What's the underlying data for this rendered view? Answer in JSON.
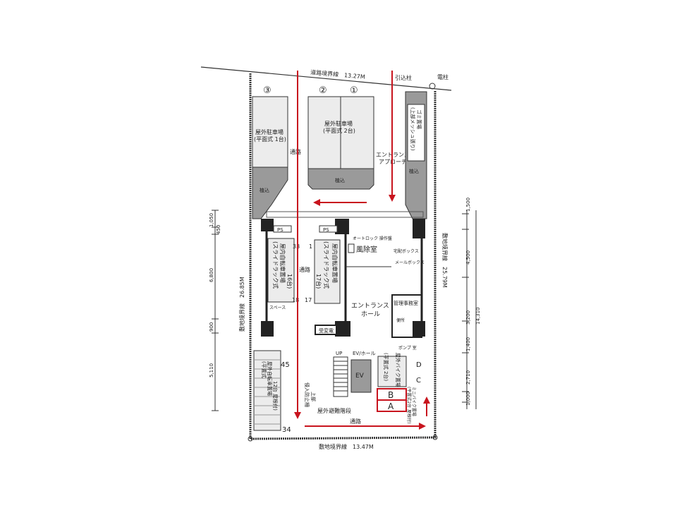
{
  "plan": {
    "road_boundary": "道路境界線　13.27M",
    "left_boundary": "敷地境界線　26.85M",
    "right_boundary": "敷地境界線　25.79M",
    "bottom_boundary": "敷地境界線　13.47M",
    "utility_pole": "電柱",
    "service_pole": "引込柱",
    "parking_numbers": [
      "③",
      "②",
      "①"
    ],
    "parking_left": [
      "屋外駐車場",
      "(平面式 1台)"
    ],
    "parking_center": [
      "屋外駐車場",
      "(平面式 2台)"
    ],
    "garbage": [
      "ゴミ置場",
      "(上部メッシュ張り)"
    ],
    "planting": "植込",
    "passage": "通路",
    "entrance_approach": [
      "エントランス",
      "アプローチ"
    ],
    "ps": "PS",
    "bike_left": [
      "屋内自転車置場",
      "(スライドラック式",
      "16台)"
    ],
    "bike_center": [
      "屋内自転車置場",
      "(スライドラック式",
      "17台)"
    ],
    "windbreak": "風除室",
    "autolock": "オートロック 操作盤",
    "mailbox": "メールボックス",
    "delivery_box": "宅配ボックス",
    "entrance_hall": [
      "エントランス",
      "ホール"
    ],
    "manager_room": "管理事務室",
    "toilet": "便所",
    "substation": "受変電",
    "ev_hall": "EV/ホール",
    "up": "UP",
    "ev": "EV",
    "pump_room": "ポンプ 室",
    "outdoor_stairs": "屋外避難階段",
    "intrusion_fence": [
      "侵入防止柵",
      "上部"
    ],
    "outdoor_bike": [
      "屋外自転車置場",
      "(平置式",
      "12台 屋根付)"
    ],
    "bike_shelter": [
      "屋外バイク置場",
      "(平置式 2台)"
    ],
    "motorbike": [
      "ミニバイク置場",
      "(平置式2台 屋根付)"
    ],
    "space_label": "スペース",
    "handwritten": {
      "n33": "33",
      "n1": "1",
      "n18": "18",
      "n17": "17",
      "n45": "45",
      "n34": "34",
      "D": "D",
      "C": "C",
      "B": "B",
      "A": "A"
    },
    "dims_left": [
      "1,050",
      "450",
      "6,800",
      "900",
      "5,110"
    ],
    "dims_right": [
      "1,500",
      "4,500",
      "3,200",
      "1,400",
      "2,710",
      "1,000",
      "14,310"
    ],
    "annotation_color": "#c8141e"
  }
}
